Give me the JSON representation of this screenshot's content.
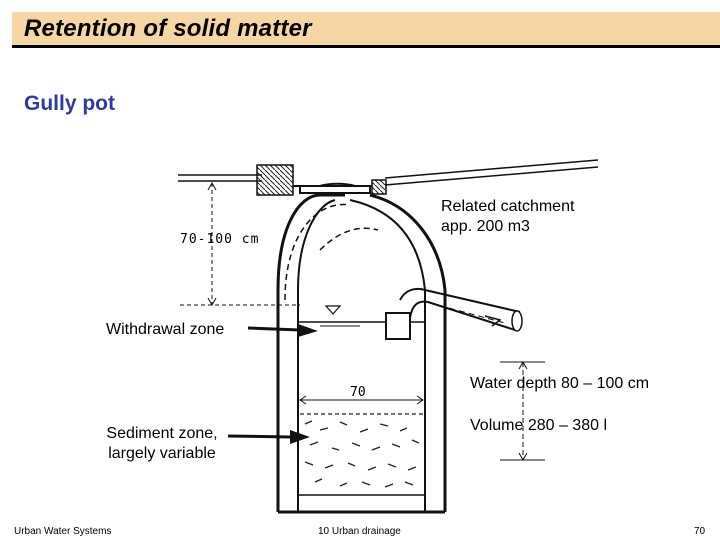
{
  "header": {
    "title": "Retention of solid matter"
  },
  "subtitle": "Gully pot",
  "annotations": {
    "catchment_line1": "Related catchment",
    "catchment_line2": "app. 200 m3",
    "withdrawal": "Withdrawal zone",
    "water_depth": "Water depth 80 – 100 cm",
    "volume": "Volume  280 – 380 l",
    "sediment_line1": "Sediment zone,",
    "sediment_line2": "largely variable"
  },
  "drawing_labels": {
    "depth_dim": "70-100 cm",
    "width_dim": "70"
  },
  "footer": {
    "left": "Urban Water Systems",
    "center": "10  Urban drainage",
    "page": "70"
  }
}
